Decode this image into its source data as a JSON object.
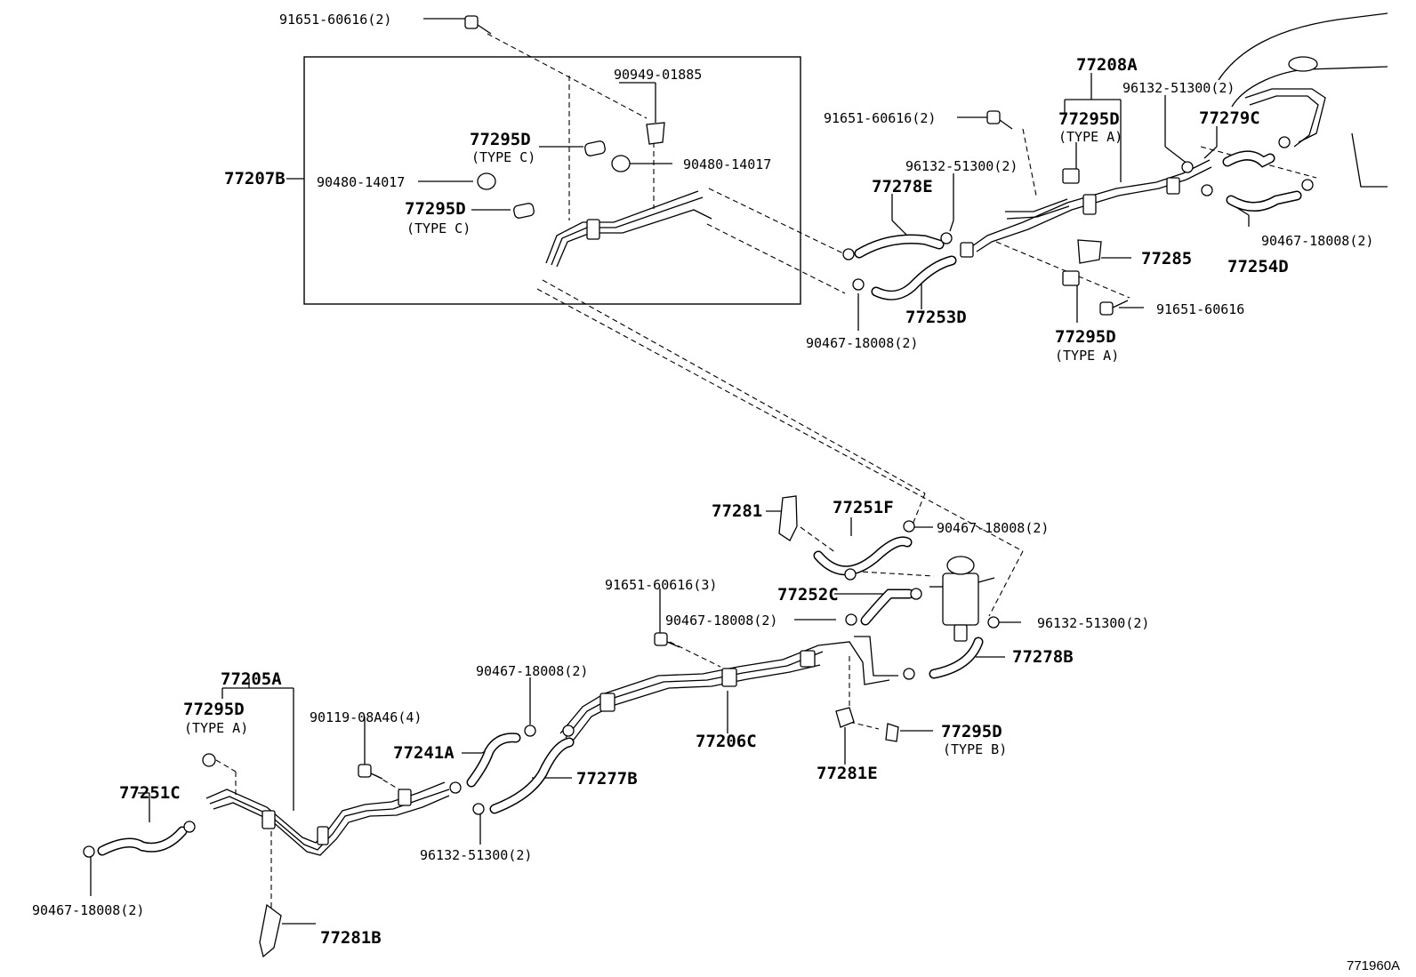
{
  "diagram_id": "771960A",
  "callouts": {
    "c01": "91651-60616(2)",
    "c02": "90949-01885",
    "c03": "77295D",
    "c04": "(TYPE C)",
    "c05": "90480-14017",
    "c06": "77207B",
    "c07": "90480-14017",
    "c08": "77295D",
    "c09": "(TYPE C)",
    "c10": "77208A",
    "c11": "91651-60616(2)",
    "c12": "77295D",
    "c13": "(TYPE A)",
    "c14": "96132-51300(2)",
    "c15": "77279C",
    "c16": "96132-51300(2)",
    "c17": "77278E",
    "c18": "90467-18008(2)",
    "c19": "77254D",
    "c20": "77285",
    "c21": "91651-60616",
    "c22": "77253D",
    "c23": "90467-18008(2)",
    "c24": "77295D",
    "c25": "(TYPE A)",
    "c26": "77281",
    "c27": "77251F",
    "c28": "90467-18008(2)",
    "c29": "91651-60616(3)",
    "c30": "77252C",
    "c31": "90467-18008(2)",
    "c32": "96132-51300(2)",
    "c33": "77278B",
    "c34": "90467-18008(2)",
    "c35": "77205A",
    "c36": "77295D",
    "c37": "(TYPE A)",
    "c38": "90119-08A46(4)",
    "c39": "77241A",
    "c40": "77206C",
    "c41": "77277B",
    "c42": "77295D",
    "c43": "(TYPE B)",
    "c44": "77281E",
    "c45": "77251C",
    "c46": "96132-51300(2)",
    "c47": "90467-18008(2)",
    "c48": "77281B"
  }
}
